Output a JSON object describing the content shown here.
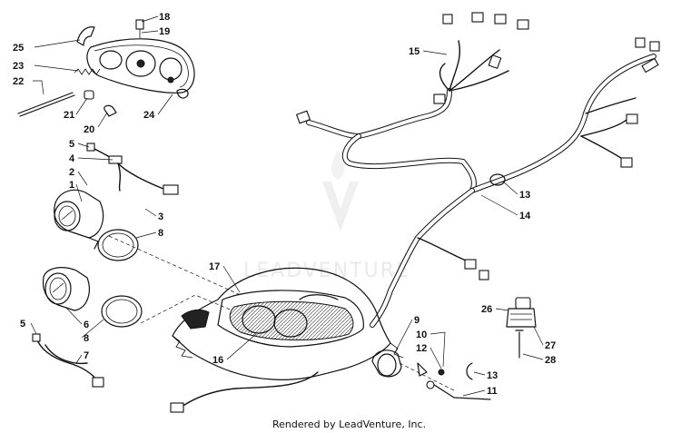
{
  "diagram": {
    "callouts": [
      {
        "id": "c25",
        "label": "25"
      },
      {
        "id": "c23",
        "label": "23"
      },
      {
        "id": "c22",
        "label": "22"
      },
      {
        "id": "c21",
        "label": "21"
      },
      {
        "id": "c20",
        "label": "20"
      },
      {
        "id": "c24",
        "label": "24"
      },
      {
        "id": "c18",
        "label": "18"
      },
      {
        "id": "c19",
        "label": "19"
      },
      {
        "id": "c15",
        "label": "15"
      },
      {
        "id": "c5a",
        "label": "5"
      },
      {
        "id": "c4",
        "label": "4"
      },
      {
        "id": "c2",
        "label": "2"
      },
      {
        "id": "c1",
        "label": "1"
      },
      {
        "id": "c3",
        "label": "3"
      },
      {
        "id": "c8a",
        "label": "8"
      },
      {
        "id": "c17",
        "label": "17"
      },
      {
        "id": "c13a",
        "label": "13"
      },
      {
        "id": "c14",
        "label": "14"
      },
      {
        "id": "c5b",
        "label": "5"
      },
      {
        "id": "c6",
        "label": "6"
      },
      {
        "id": "c8b",
        "label": "8"
      },
      {
        "id": "c7",
        "label": "7"
      },
      {
        "id": "c16",
        "label": "16"
      },
      {
        "id": "c9",
        "label": "9"
      },
      {
        "id": "c10",
        "label": "10"
      },
      {
        "id": "c12",
        "label": "12"
      },
      {
        "id": "c13b",
        "label": "13"
      },
      {
        "id": "c11",
        "label": "11"
      },
      {
        "id": "c26",
        "label": "26"
      },
      {
        "id": "c27",
        "label": "27"
      },
      {
        "id": "c28",
        "label": "28"
      }
    ],
    "credit": "Rendered by LeadVenture, Inc.",
    "watermark": "LEADVENTURE"
  }
}
